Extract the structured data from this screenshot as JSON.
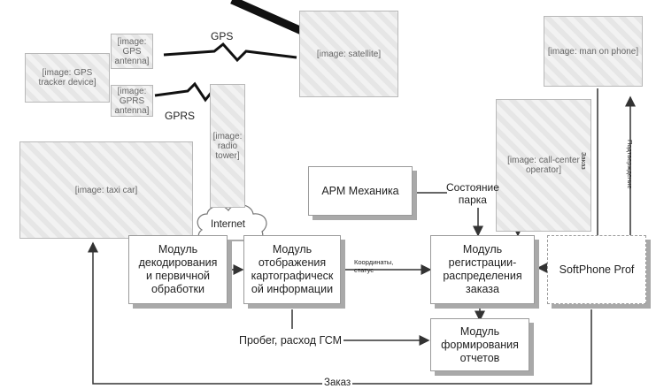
{
  "photos": {
    "tracker": "[image: GPS tracker device]",
    "gps_antenna": "[image: GPS antenna]",
    "gprs_antenna": "[image: GPRS antenna]",
    "satellite": "[image: satellite]",
    "taxi": "[image: taxi car]",
    "tower": "[image: radio tower]",
    "man_phone": "[image: man on phone]",
    "operator": "[image: call-center operator]"
  },
  "labels": {
    "gps": "GPS",
    "gprs": "GPRS",
    "internet": "Internet",
    "park_state": "Состояние\nпарка",
    "coords": "Координаты,\nстатус",
    "mileage": "Пробег, расход ГСМ",
    "order": "Заказ",
    "order_vertical": "Заказ",
    "confirm_vertical": "Подтверждение"
  },
  "modules": {
    "arm": "АРМ Механика",
    "decode": "Модуль\nдекодирования\nи первичной\nобработки",
    "display": "Модуль\nотображения\nкартографическ\nой информации",
    "registration": "Модуль\nрегистрации-\nраспределения\nзаказа",
    "reports": "Модуль\nформирования\nотчетов",
    "softphone": "SoftPhone Prof"
  }
}
